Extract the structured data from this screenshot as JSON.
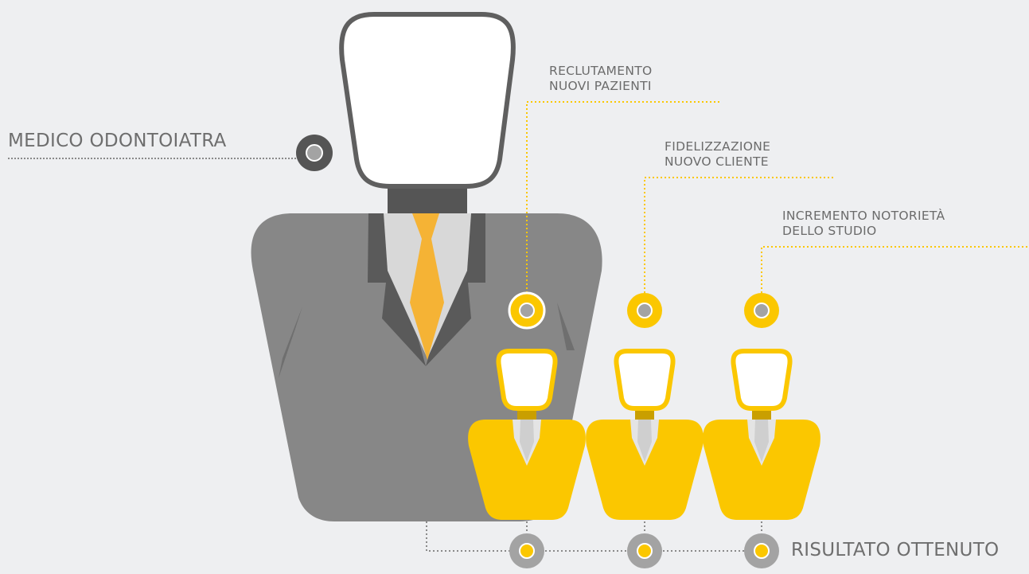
{
  "main_person": {
    "label": "MEDICO ODONTOIATRA"
  },
  "benefits": [
    {
      "line1": "RECLUTAMENTO",
      "line2": "NUOVI PAZIENTI"
    },
    {
      "line1": "FIDELIZZAZIONE",
      "line2": "NUOVO CLIENTE"
    },
    {
      "line1": "INCREMENTO NOTORIETÀ",
      "line2": "DELLO STUDIO"
    }
  ],
  "result": {
    "label": "RISULTATO OTTENUTO"
  },
  "colors": {
    "background": "#eeeff1",
    "suit_gray": "#878787",
    "lapel_dark": "#5a5a5a",
    "tie_orange": "#f5b335",
    "accent_yellow": "#fbc700",
    "dot_gray": "#a3a3a3",
    "label_gray": "#6b6b6b"
  }
}
